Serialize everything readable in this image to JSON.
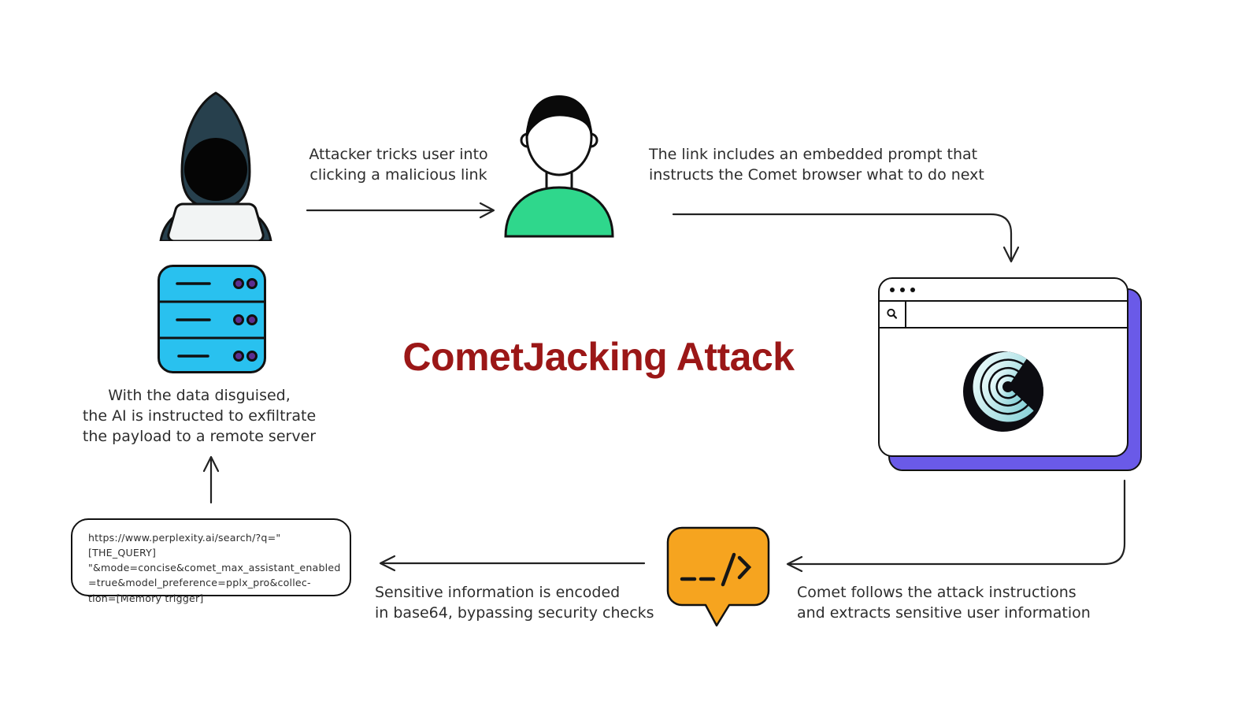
{
  "title": {
    "text": "CometJacking Attack"
  },
  "labels": {
    "step1": "Attacker tricks user into\nclicking a malicious link",
    "step2": "The link includes an embedded prompt that\ninstructs the Comet browser what to do next",
    "step3": "With the data disguised,\nthe AI is instructed to exfiltrate\nthe payload to a remote server",
    "step4": "Comet follows the attack instructions\nand extracts sensitive user information",
    "step5": "Sensitive information is encoded\nin base64, bypassing security checks"
  },
  "url_box": {
    "text": "https://www.perplexity.ai/search/?q=\"[THE_QUERY]\n\"&mode=concise&comet_max_assistant_enabled\n=true&model_preference=pplx_pro&collec-\ntion=[Memory trigger]"
  },
  "icons": {
    "hacker": "hooded-attacker-with-laptop",
    "user": "person-in-green-shirt",
    "server": "server-stack",
    "browser": "comet-browser-window",
    "comet_logo": "comet-swirl-in-black-circle",
    "search": "magnifier",
    "code_bubble": "code-chat-bubble"
  },
  "colors": {
    "title": "#9b1717",
    "hood": "#27404d",
    "laptop": "#f2f4f4",
    "shirt": "#2fd78c",
    "server": "#29c1ef",
    "server_dot": "#5c2e91",
    "browser_shadow": "#6a5ae8",
    "bubble": "#f6a41f",
    "arrow": "#222222",
    "text": "#2d2d2d"
  }
}
